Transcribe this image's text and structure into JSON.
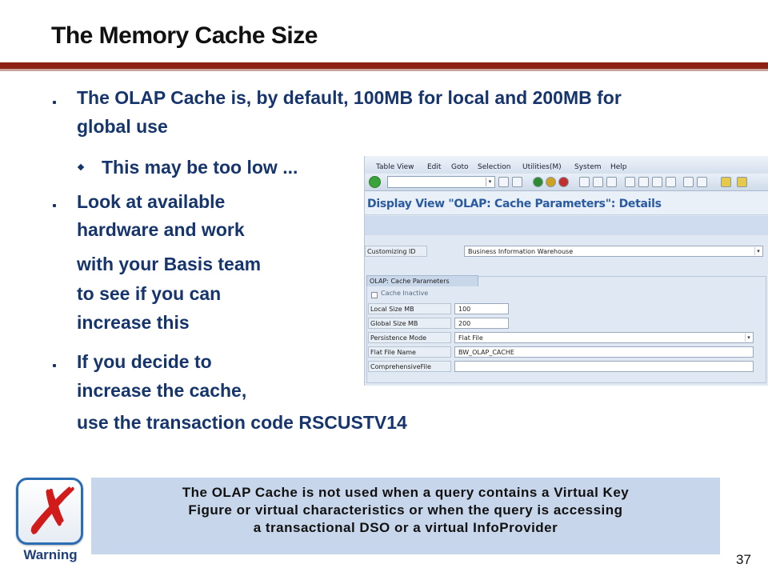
{
  "slide": {
    "title": "The Memory Cache Size",
    "page_number": "37"
  },
  "bullets": {
    "b1_line1": "The OLAP Cache is, by default, 100MB for local and 200MB for",
    "b1_line2": "global use",
    "sub1": "This may be too low ...",
    "b2_line1": "Look at available",
    "b2_line2": "hardware and work",
    "b2_line3": "with your Basis team",
    "b2_line4": "to see if you can",
    "b2_line5": "increase this",
    "b3_line1": "If you decide to",
    "b3_line2": "increase the cache,",
    "b3_line3": "use the transaction code RSCUSTV14"
  },
  "sap": {
    "menu": [
      "Table View",
      "Edit",
      "Goto",
      "Selection",
      "Utilities(M)",
      "System",
      "Help"
    ],
    "window_title": "Display View \"OLAP: Cache Parameters\": Details",
    "customizing_id_label": "Customizing ID",
    "customizing_id_value": "Business Information Warehouse",
    "group_title": "OLAP: Cache Parameters",
    "cache_inactive_label": "Cache Inactive",
    "local_size_label": "Local Size MB",
    "local_size_value": "100",
    "global_size_label": "Global Size MB",
    "global_size_value": "200",
    "persistence_label": "Persistence Mode",
    "persistence_value": "Flat File",
    "flat_file_label": "Flat File Name",
    "flat_file_value": "BW_OLAP_CACHE",
    "comprehensive_label": "ComprehensiveFile",
    "comprehensive_value": ""
  },
  "warning": {
    "label": "Warning",
    "icon": "x-mark-icon",
    "note_line1": "The OLAP Cache is not used when a query contains a Virtual Key",
    "note_line2": "Figure or virtual characteristics or when the query is accessing",
    "note_line3": "a transactional DSO or a virtual InfoProvider"
  },
  "colors": {
    "title_rule": "#8b2013",
    "bullet_text": "#17356d",
    "note_background": "#c7d6ea"
  }
}
